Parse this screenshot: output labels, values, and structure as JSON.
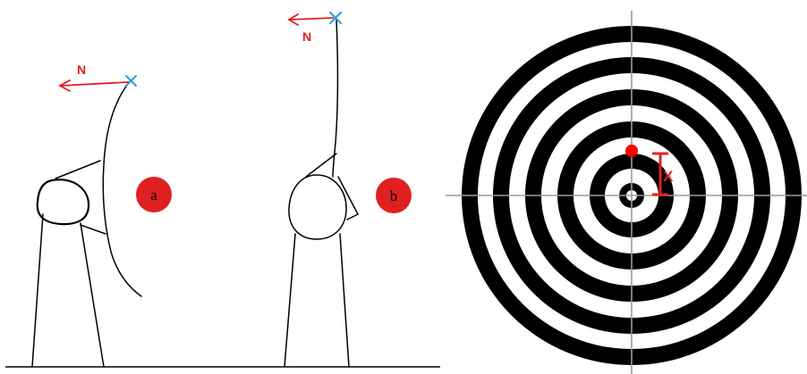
{
  "panel_a": {
    "badge": "a",
    "force_label": "N"
  },
  "panel_b": {
    "badge": "b",
    "force_label": "N"
  },
  "target": {
    "offset_label": "X"
  },
  "colors": {
    "badge_fill": "#e02020",
    "arrow": "#e02020",
    "cross_mark": "#2a9fd8",
    "ring_dark": "#000000",
    "ring_light": "#ffffff",
    "crosshair": "#9a9a9a",
    "shot_point": "#ff0000"
  },
  "icons": {
    "force_arrow": "left-arrow",
    "end_point": "x-mark",
    "shot": "dot"
  }
}
